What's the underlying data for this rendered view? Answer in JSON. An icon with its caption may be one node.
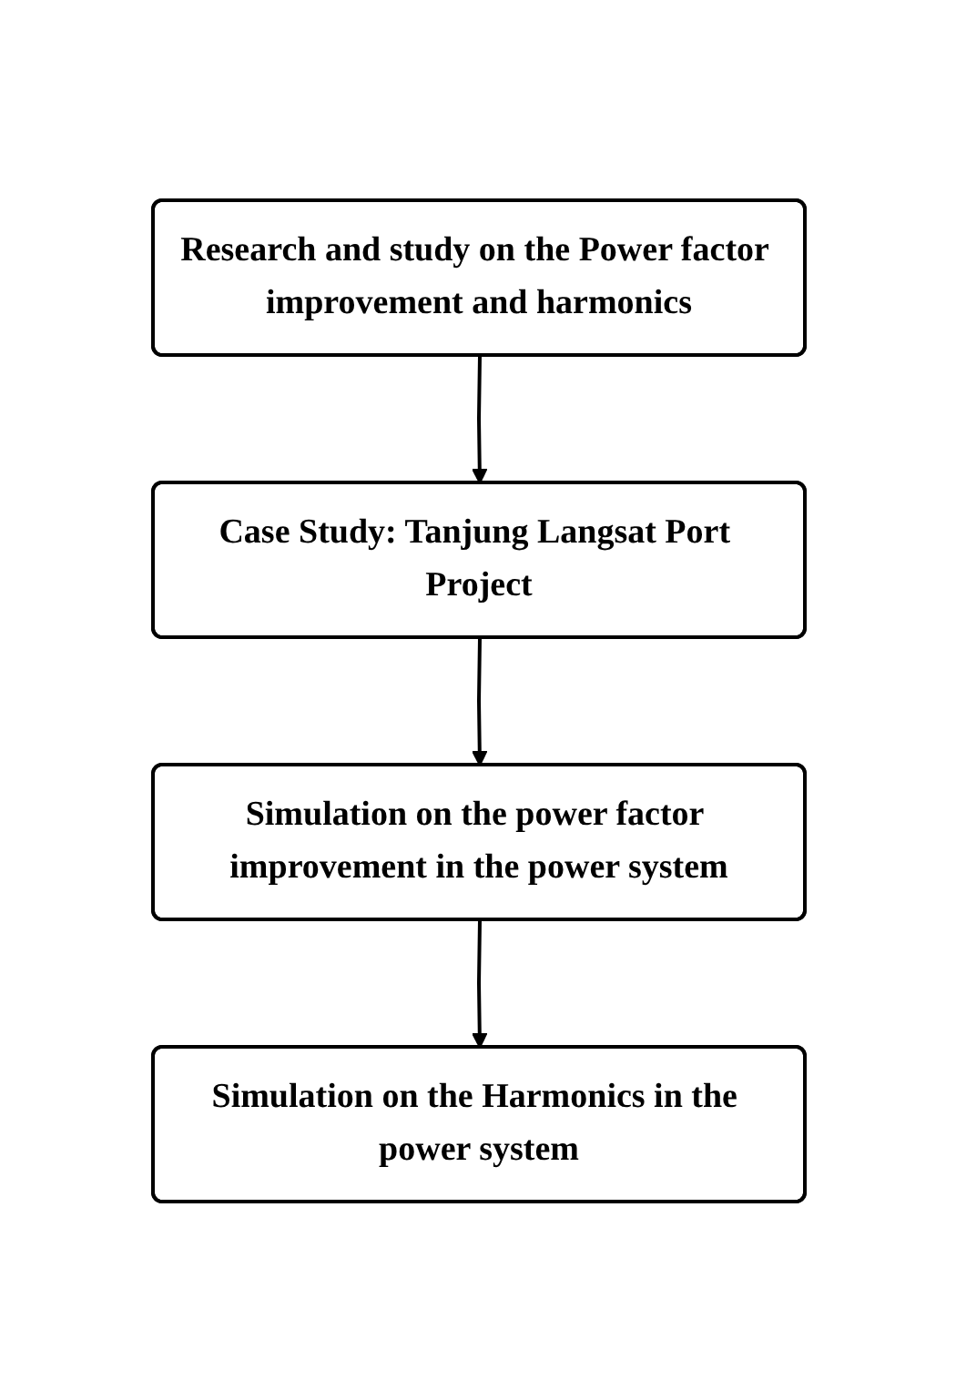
{
  "diagram": {
    "nodes": [
      {
        "text": [
          "Research and study on the Power factor improvement and harmonics"
        ]
      },
      {
        "text": [
          "Case Study: Tanjung Langsat Port Project"
        ]
      },
      {
        "text": [
          "Simulation on the power factor improvement in the power system"
        ]
      },
      {
        "text": [
          "Simulation on the Harmonics in the power system"
        ]
      }
    ],
    "edges": [
      {
        "from": 0,
        "to": 1,
        "arrow": "to"
      },
      {
        "from": 1,
        "to": 2,
        "arrow": "to"
      },
      {
        "from": 2,
        "to": 3,
        "arrow": "to"
      }
    ]
  }
}
